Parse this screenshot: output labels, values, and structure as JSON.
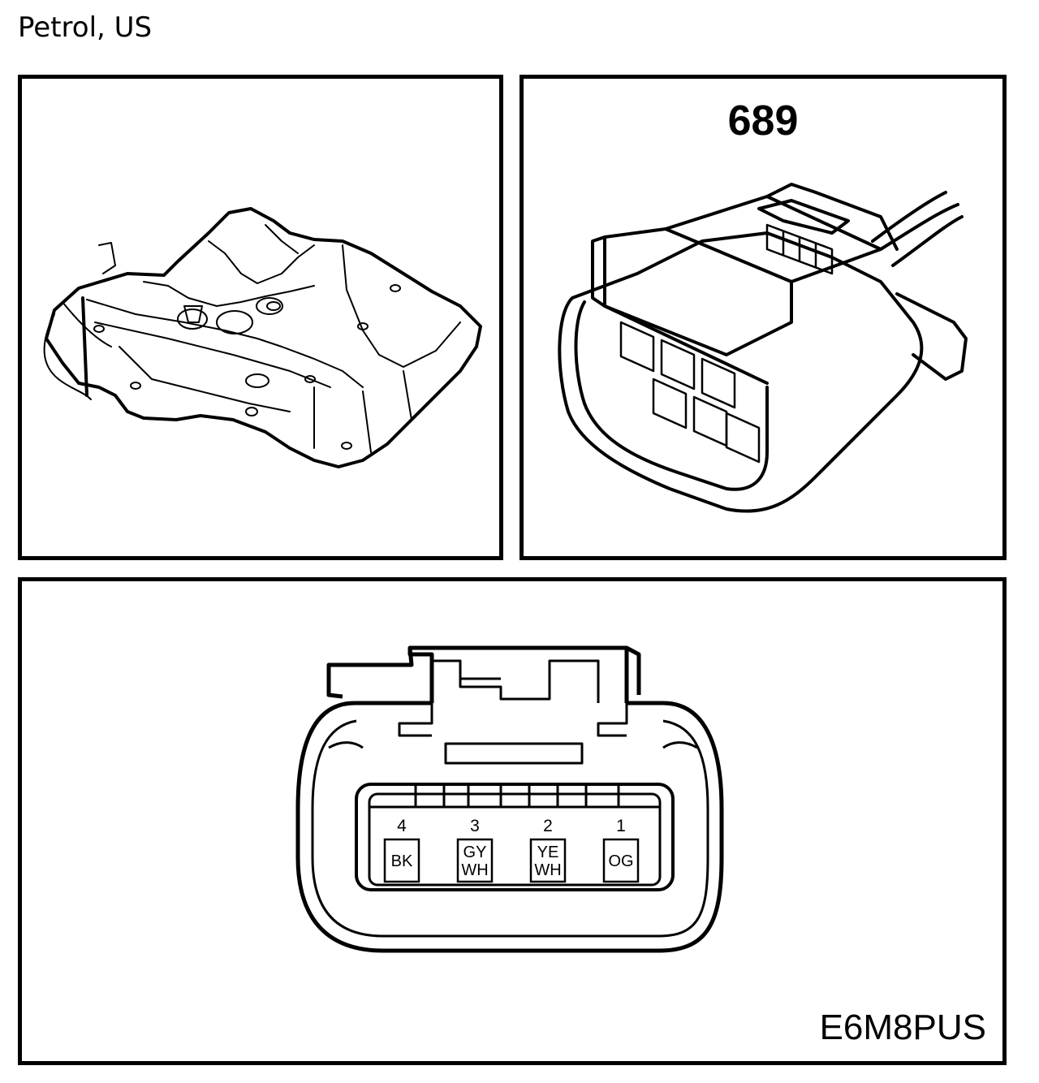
{
  "header": {
    "title": "Petrol, US"
  },
  "connector": {
    "number": "689"
  },
  "pins": [
    {
      "pin": "4",
      "color_lines": [
        "BK"
      ]
    },
    {
      "pin": "3",
      "color_lines": [
        "GY",
        "WH"
      ]
    },
    {
      "pin": "2",
      "color_lines": [
        "YE",
        "WH"
      ]
    },
    {
      "pin": "1",
      "color_lines": [
        "OG"
      ]
    }
  ],
  "diagram": {
    "code": "E6M8PUS"
  }
}
